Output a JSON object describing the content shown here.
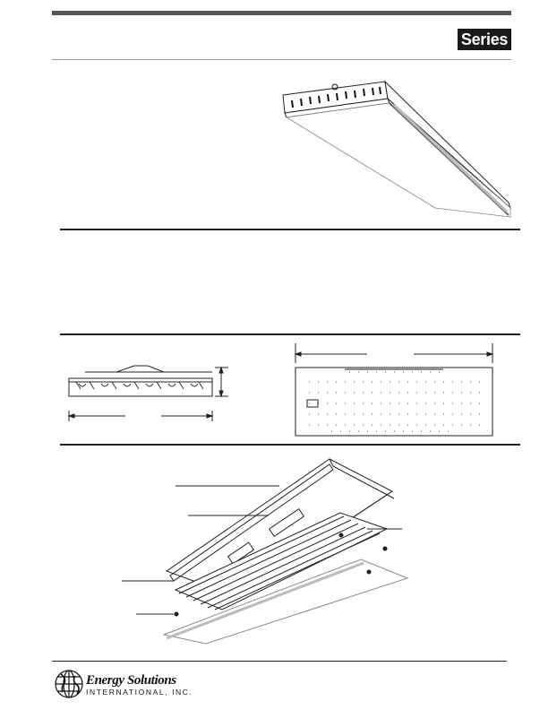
{
  "header": {
    "series_label": "Series"
  },
  "logo": {
    "company_name": "Energy Solutions",
    "company_subtitle": "INTERNATIONAL, INC."
  }
}
